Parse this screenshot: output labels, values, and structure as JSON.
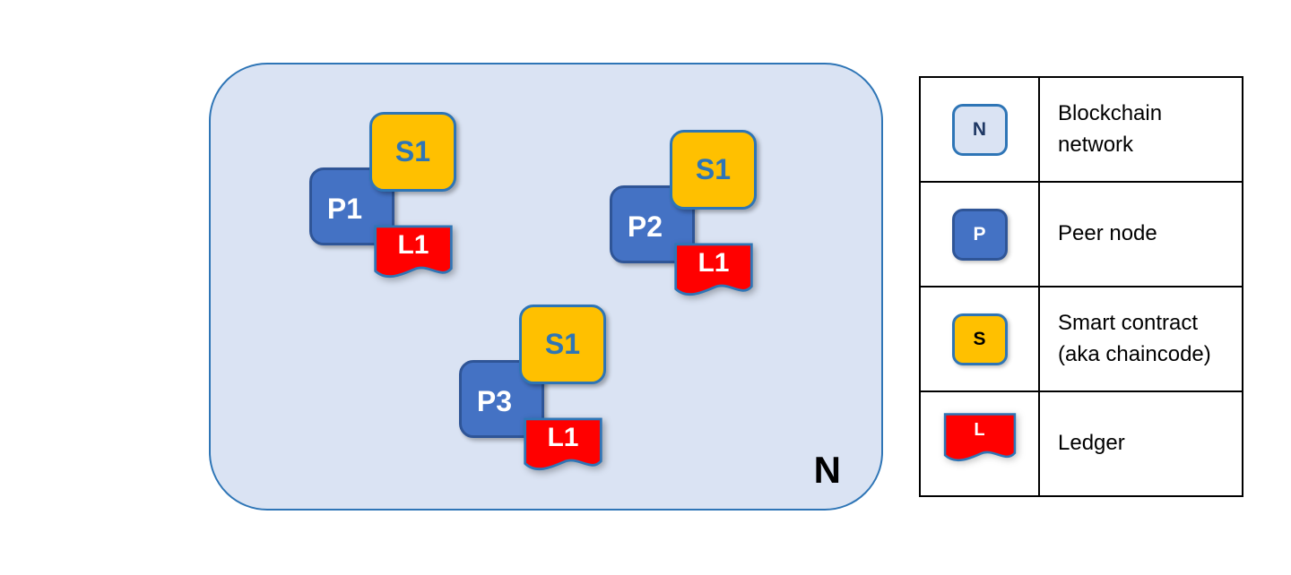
{
  "diagram": {
    "network_label": "N",
    "clusters": [
      {
        "peer": "P1",
        "contract": "S1",
        "ledger": "L1"
      },
      {
        "peer": "P2",
        "contract": "S1",
        "ledger": "L1"
      },
      {
        "peer": "P3",
        "contract": "S1",
        "ledger": "L1"
      }
    ]
  },
  "legend": {
    "rows": [
      {
        "icon": "N",
        "label": "Blockchain network"
      },
      {
        "icon": "P",
        "label": "Peer node"
      },
      {
        "icon": "S",
        "label": "Smart contract (aka chaincode)"
      },
      {
        "icon": "L",
        "label": "Ledger"
      }
    ]
  },
  "colors": {
    "network_fill": "#dae3f3",
    "network_border": "#2e75b6",
    "peer_fill": "#4472c4",
    "contract_fill": "#ffc000",
    "ledger_fill": "#ff0000"
  }
}
